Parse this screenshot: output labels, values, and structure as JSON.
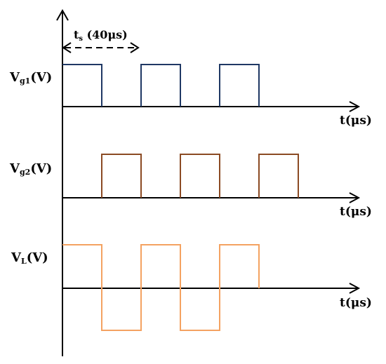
{
  "period_label": {
    "main": "t",
    "sub": "s",
    "rest": " (40μs)"
  },
  "signals": [
    {
      "id": "vg1",
      "label": {
        "main": "V",
        "sub": "g1",
        "rest": "(V)"
      },
      "color": "#1f3864",
      "time_label": "t(μs)"
    },
    {
      "id": "vg2",
      "label": {
        "main": "V",
        "sub": "g2",
        "rest": "(V)"
      },
      "color": "#8b4a23",
      "time_label": "t(μs)"
    },
    {
      "id": "vl",
      "label": {
        "main": "V",
        "sub": "L",
        "rest": "(V)"
      },
      "color": "#f4a261",
      "time_label": "t(μs)"
    }
  ]
}
